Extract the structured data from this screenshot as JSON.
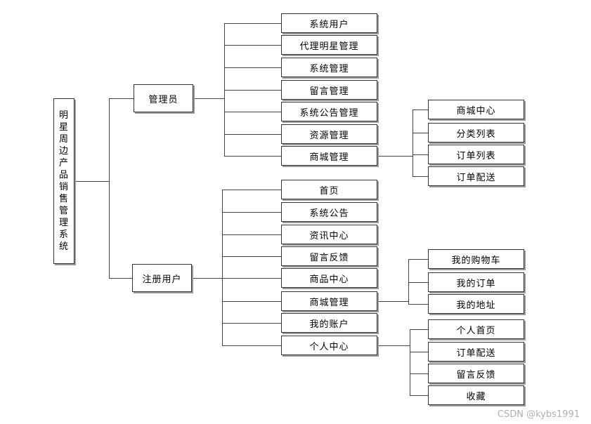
{
  "root": {
    "label": "明星周边产品销售管理系统"
  },
  "branches": [
    {
      "label": "管理员",
      "children": [
        {
          "label": "系统用户"
        },
        {
          "label": "代理明星管理"
        },
        {
          "label": "系统管理"
        },
        {
          "label": "留言管理"
        },
        {
          "label": "系统公告管理"
        },
        {
          "label": "资源管理"
        },
        {
          "label": "商城管理",
          "children": [
            {
              "label": "商城中心"
            },
            {
              "label": "分类列表"
            },
            {
              "label": "订单列表"
            },
            {
              "label": "订单配送"
            }
          ]
        }
      ]
    },
    {
      "label": "注册用户",
      "children": [
        {
          "label": "首页"
        },
        {
          "label": "系统公告"
        },
        {
          "label": "资讯中心"
        },
        {
          "label": "留言反馈"
        },
        {
          "label": "商品中心"
        },
        {
          "label": "商城管理",
          "children": [
            {
              "label": "我的购物车"
            },
            {
              "label": "我的订单"
            },
            {
              "label": "我的地址"
            }
          ]
        },
        {
          "label": "我的账户"
        },
        {
          "label": "个人中心",
          "children": [
            {
              "label": "个人首页"
            },
            {
              "label": "订单配送"
            },
            {
              "label": "留言反馈"
            },
            {
              "label": "收藏"
            }
          ]
        }
      ]
    }
  ],
  "watermark": "CSDN @kybs1991"
}
